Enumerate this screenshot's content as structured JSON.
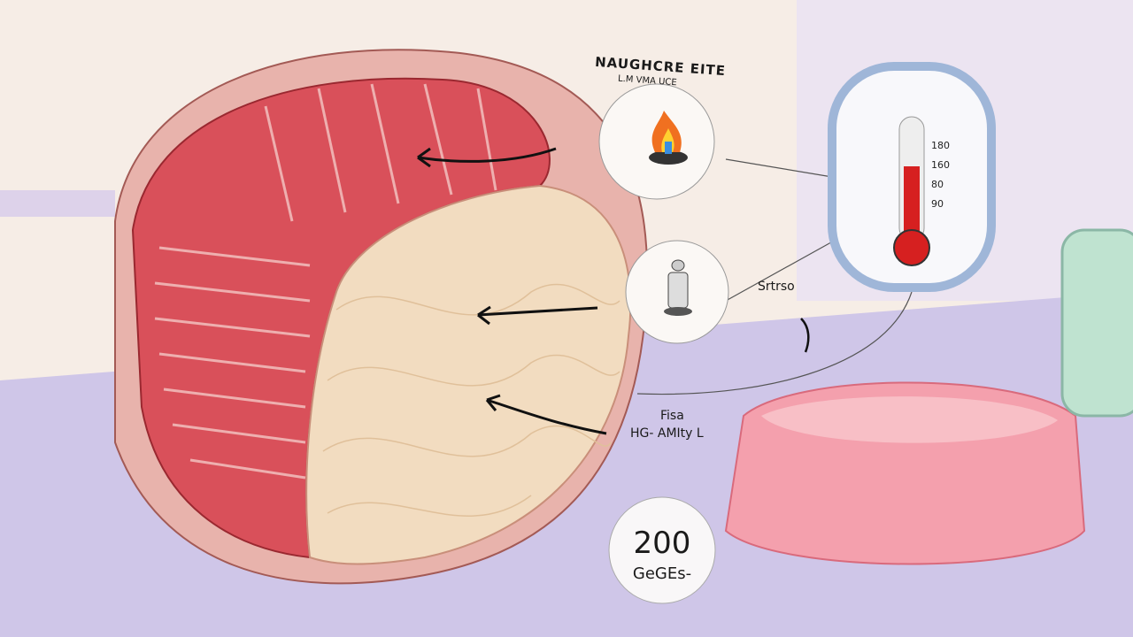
{
  "labels": {
    "header_line1": "NAUGHCRE EITE",
    "header_line2": "L.M VMA UCE",
    "side_label": "Srtrso",
    "middle_line1": "Fisa",
    "middle_line2": "HG- AMIty L",
    "badge_number": "200",
    "badge_unit": "GeGEs-"
  },
  "thermometer": {
    "scale": [
      "180",
      "160",
      "80",
      "90"
    ],
    "fill_fraction": 0.65
  },
  "colors": {
    "background": "#f6ede6",
    "table": "#cfc6e8",
    "muscle": "#d9505a",
    "fat": "#f2dcc0",
    "gel": "#f4a0ad",
    "mercury": "#d62020"
  }
}
